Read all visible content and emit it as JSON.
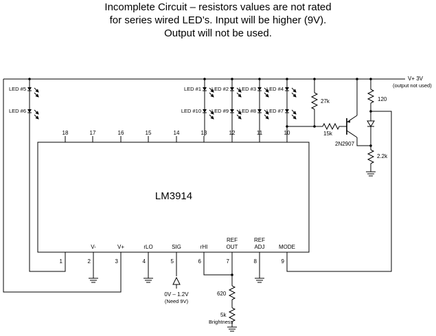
{
  "note": {
    "line1": "Incomplete Circuit – resistors values are not rated",
    "line2": "for series wired LED’s.  Input will be higher (9V).",
    "line3": "Output will not be used."
  },
  "ic": {
    "name": "LM3914",
    "top_pins": [
      "18",
      "17",
      "16",
      "15",
      "14",
      "13",
      "12",
      "11",
      "10"
    ],
    "bottom_pins": [
      {
        "num": "1",
        "label1": "",
        "label2": ""
      },
      {
        "num": "2",
        "label1": "",
        "label2": "V-"
      },
      {
        "num": "3",
        "label1": "",
        "label2": "V+"
      },
      {
        "num": "4",
        "label1": "",
        "label2": "rLO"
      },
      {
        "num": "5",
        "label1": "",
        "label2": "SIG"
      },
      {
        "num": "6",
        "label1": "",
        "label2": "rHI"
      },
      {
        "num": "7",
        "label1": "REF",
        "label2": "OUT"
      },
      {
        "num": "8",
        "label1": "REF",
        "label2": "ADJ"
      },
      {
        "num": "9",
        "label1": "",
        "label2": "MODE"
      }
    ]
  },
  "leds": {
    "top_row": [
      "LED #5",
      "LED #1",
      "LED #2",
      "LED #3",
      "LED #4"
    ],
    "bottom_row": [
      "LED #6",
      "LED #10",
      "LED #9",
      "LED #8",
      "LED #7"
    ]
  },
  "supply": {
    "label": "V+ 3V",
    "sublabel": "(output not used)"
  },
  "components": {
    "r_27k": "27k",
    "r_15k": "15k",
    "r_120": "120",
    "r_2k2": "2.2k",
    "transistor": "2N2907",
    "r_620": "620",
    "r_5k": "5k",
    "brightness": "Brightness"
  },
  "input": {
    "range": "0V – 1.2V",
    "note": "(Need 9V)"
  }
}
